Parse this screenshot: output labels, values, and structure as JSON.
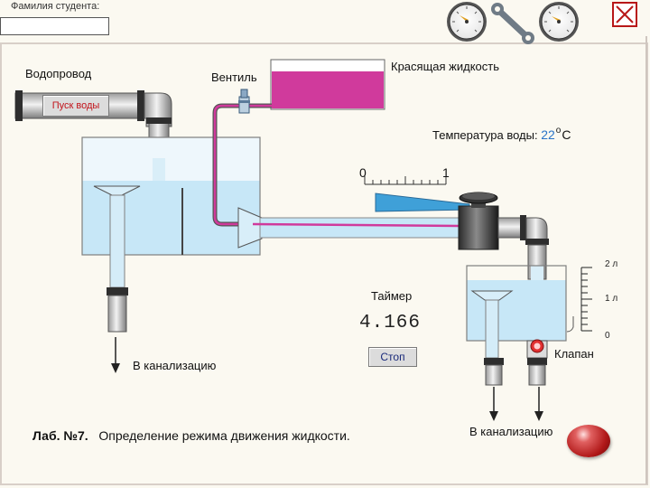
{
  "student": {
    "label": "Фамилия студента:",
    "value": ""
  },
  "controls": {
    "water_button": "Пуск воды",
    "stop_button": "Стоп"
  },
  "labels": {
    "water_supply": "Водопровод",
    "valve": "Вентиль",
    "dye": "Красящая жидкость",
    "temperature": "Температура воды:",
    "timer": "Таймер",
    "klapan": "Клапан",
    "drain": "В канализацию"
  },
  "temperature": {
    "value": "22",
    "unit": "C",
    "degree": "o"
  },
  "timer": {
    "value": "4.166"
  },
  "flow_scale": {
    "min_label": "0",
    "max_label": "1",
    "level": 1.0
  },
  "cylinder_scale": {
    "label_top": "2 л",
    "label_mid": "1 л",
    "label_bottom": "0"
  },
  "lab": {
    "number": "Лаб. №7.",
    "title": "Определение режима движения жидкости."
  },
  "colors": {
    "dye": "#d03a9c",
    "water": "#c7e7f7",
    "pipe": "#dcdcdc",
    "outline": "#555555",
    "accent": "#c2121a"
  },
  "icons": {
    "gauge_left": "pressure-gauge-icon",
    "wrench": "wrench-icon",
    "gauge_right": "pressure-gauge-icon",
    "close": "close-icon",
    "orb": "red-orb-icon"
  }
}
